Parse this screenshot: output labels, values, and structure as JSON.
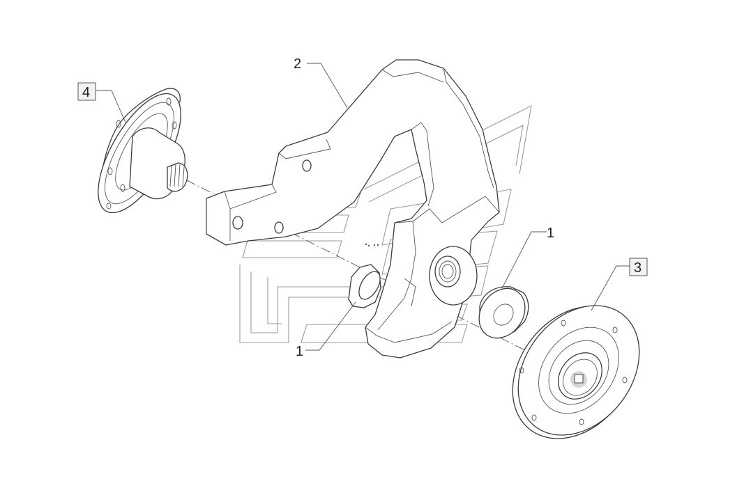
{
  "callouts": [
    {
      "id": "callout-2",
      "label": "2",
      "boxed": false
    },
    {
      "id": "callout-4",
      "label": "4",
      "boxed": true
    },
    {
      "id": "callout-1-upper",
      "label": "1",
      "boxed": false
    },
    {
      "id": "callout-3",
      "label": "3",
      "boxed": true
    },
    {
      "id": "callout-1-lower",
      "label": "1",
      "boxed": false
    }
  ],
  "parts": [
    {
      "id": "bracket-arm",
      "callout": "2"
    },
    {
      "id": "hub-assembly",
      "callout": "4"
    },
    {
      "id": "spacer-washer",
      "callout": "1"
    },
    {
      "id": "disc-flange",
      "callout": "3"
    }
  ]
}
